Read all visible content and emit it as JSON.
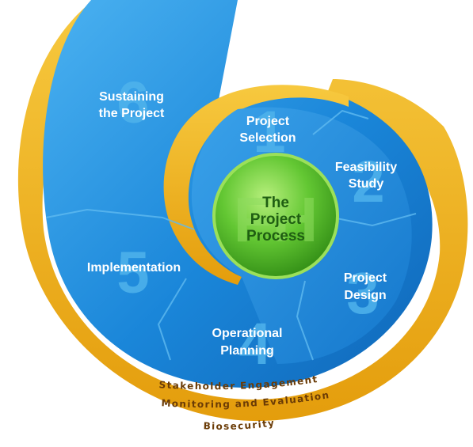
{
  "center": {
    "logo_letters": "FH",
    "title_lines": [
      "The",
      "Project",
      "Process"
    ]
  },
  "stages": [
    {
      "number": "1",
      "lines": [
        "Project",
        "Selection"
      ]
    },
    {
      "number": "2",
      "lines": [
        "Feasibility",
        "Study"
      ]
    },
    {
      "number": "3",
      "lines": [
        "Project",
        "Design"
      ]
    },
    {
      "number": "4",
      "lines": [
        "Operational",
        "Planning"
      ]
    },
    {
      "number": "5",
      "lines": [
        "Implementation"
      ]
    },
    {
      "number": "6",
      "lines": [
        "Sustaining",
        "the Project"
      ]
    }
  ],
  "ring_labels": [
    "Stakeholder Engagement",
    "Monitoring and Evaluation",
    "Biosecurity"
  ],
  "colors": {
    "segment_blue": "#1682d8",
    "segment_light": "#3fa6ec",
    "outer_ring": "#f2b21b",
    "ring_text": "#6a3b06",
    "center_green": "#5cc234"
  }
}
